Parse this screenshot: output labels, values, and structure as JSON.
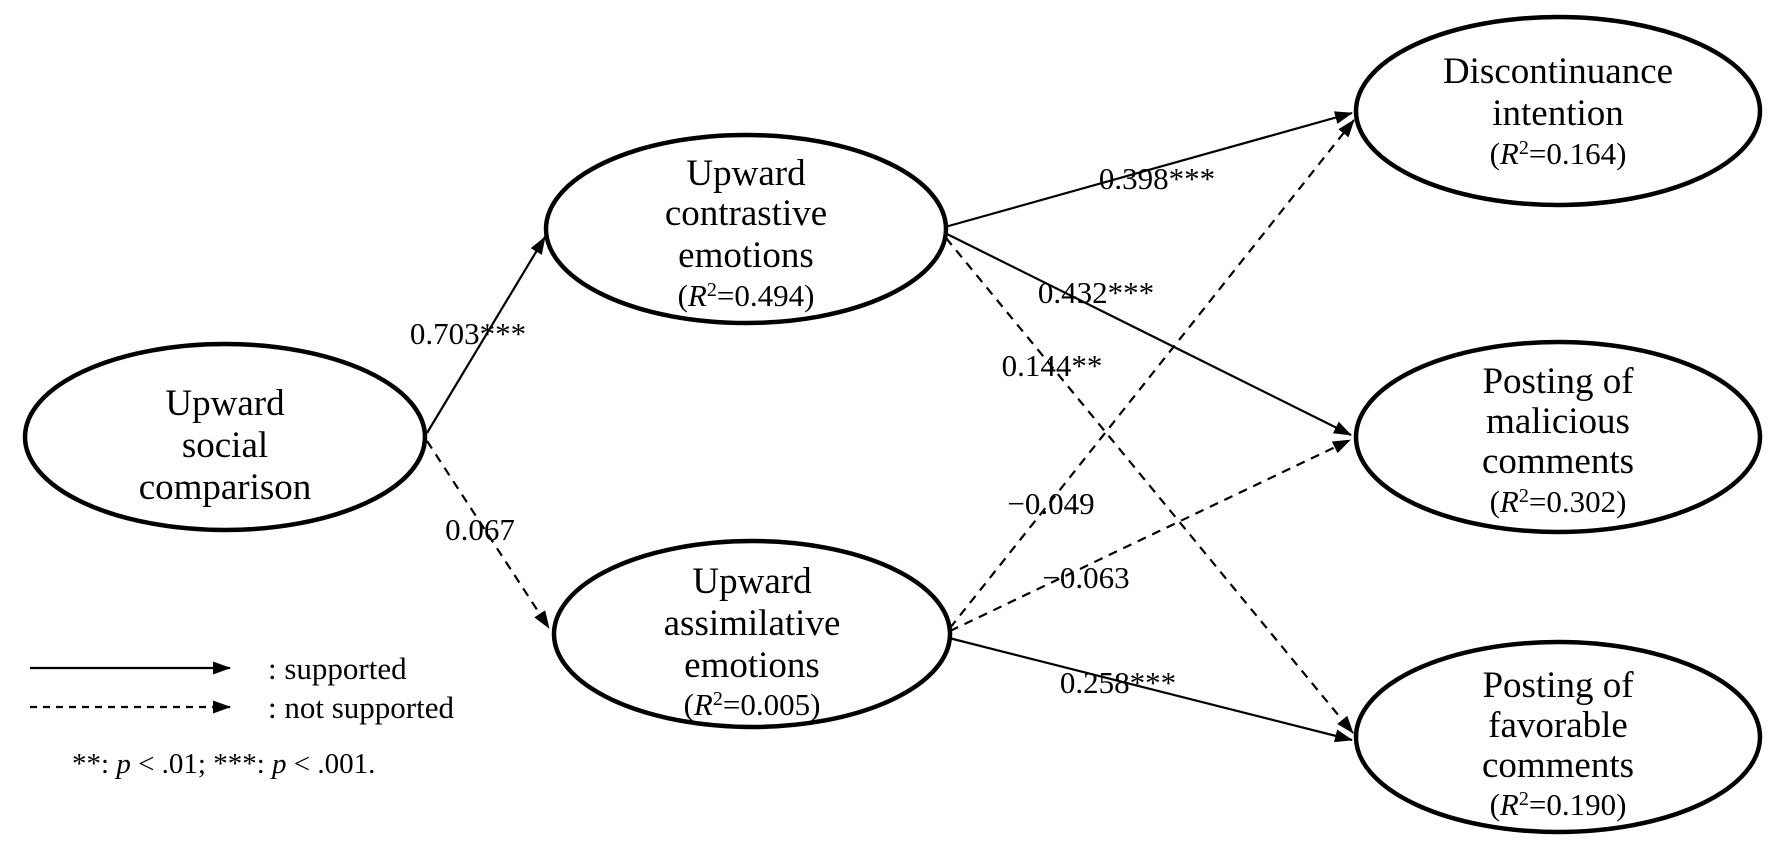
{
  "figure": {
    "type": "sem-path-diagram",
    "colors": {
      "stroke": "#000000",
      "background": "#ffffff"
    }
  },
  "nodes": {
    "usc": {
      "line1": "Upward",
      "line2": "social",
      "line3": "comparison"
    },
    "uce": {
      "line1": "Upward",
      "line2": "contrastive",
      "line3": "emotions",
      "r2_open": "(",
      "r2_var": "R",
      "r2_sup": "2",
      "r2_rest": "=0.494)"
    },
    "uae": {
      "line1": "Upward",
      "line2": "assimilative",
      "line3": "emotions",
      "r2_open": "(",
      "r2_var": "R",
      "r2_sup": "2",
      "r2_rest": "=0.005)"
    },
    "di": {
      "line1": "Discontinuance",
      "line2": "intention",
      "r2_open": "(",
      "r2_var": "R",
      "r2_sup": "2",
      "r2_rest": "=0.164)"
    },
    "pmc": {
      "line1": "Posting of",
      "line2": "malicious",
      "line3": "comments",
      "r2_open": "(",
      "r2_var": "R",
      "r2_sup": "2",
      "r2_rest": "=0.302)"
    },
    "pfc": {
      "line1": "Posting of",
      "line2": "favorable",
      "line3": "comments",
      "r2_open": "(",
      "r2_var": "R",
      "r2_sup": "2",
      "r2_rest": "=0.190)"
    }
  },
  "coefficients": {
    "usc_uce": "0.703***",
    "usc_uae": "0.067",
    "uce_di": "0.398***",
    "uce_pmc": "0.432***",
    "uce_pfc": "0.144**",
    "uae_di": "−0.049",
    "uae_pmc": "−0.063",
    "uae_pfc": "0.258***"
  },
  "legend": {
    "supported_label": ": supported",
    "not_supported_label": ": not supported",
    "note_ast1": "**: ",
    "note_p1": "p",
    "note_mid": " < .01; ***: ",
    "note_p2": "p",
    "note_end": " < .001."
  }
}
